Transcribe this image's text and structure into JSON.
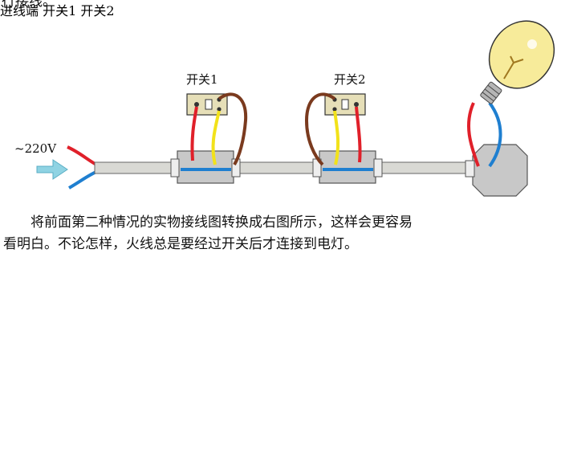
{
  "top_fragment": "行接线。",
  "diagram1": {
    "voltage_label": "~220V",
    "switch1_label": "开关1",
    "switch2_label": "开关2"
  },
  "paragraph": {
    "line1": "将前面第二种情况的实物接线图转换成右图所示，这样会更容易",
    "line2": "看明白。不论怎样，火线总是要经过开关后才连接到电灯。"
  },
  "diagram2": {
    "inlet_label": "进线端",
    "switch1_label": "开关1",
    "switch2_label": "开关2"
  },
  "colors": {
    "live_red": "#e0202a",
    "neutral_blue": "#1f7fd0",
    "traveler_yellow": "#f2e21a",
    "brown": "#7a3a1e",
    "green": "#1fa83a",
    "conduit_grey": "#d9d9d4",
    "conduit_yellow": "#ece06a",
    "box_grey": "#c8c8c8",
    "bulb_yellow": "#f7eb9a"
  }
}
